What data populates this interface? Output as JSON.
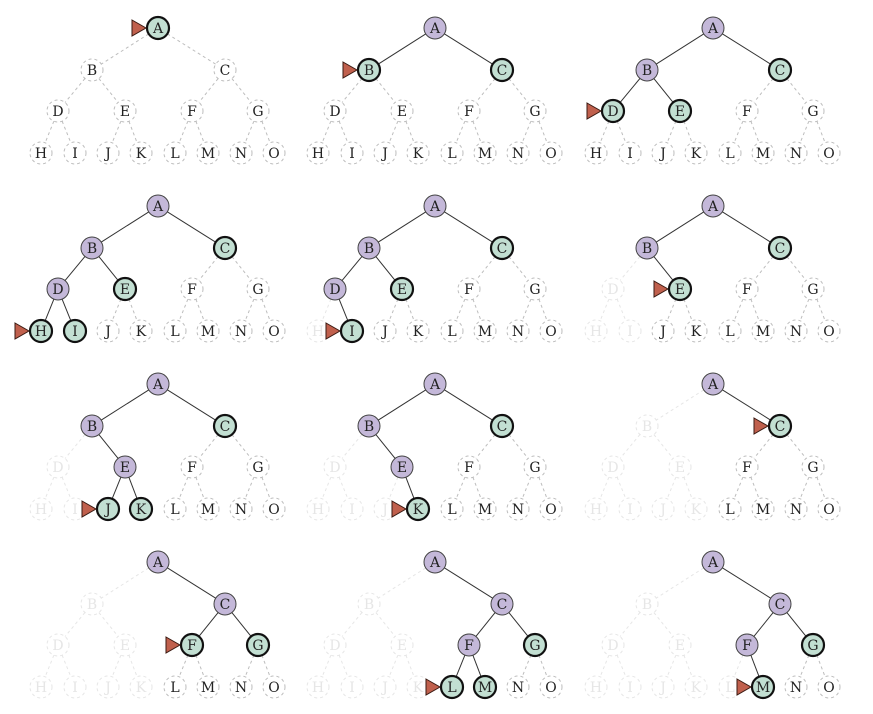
{
  "nodes": [
    "A",
    "B",
    "C",
    "D",
    "E",
    "F",
    "G",
    "H",
    "I",
    "J",
    "K",
    "L",
    "M",
    "N",
    "O"
  ],
  "colors": {
    "explored_fill": "#c4b8d9",
    "frontier_fill": "#c2dfd2",
    "pointer": "#c0604d",
    "dashed_stroke": "#bdbdbd",
    "faded": "#e6e6e6",
    "text": "#222222"
  },
  "panels": [
    {
      "explored": [],
      "frontier": [
        "A"
      ],
      "pruned": [],
      "current": "A"
    },
    {
      "explored": [
        "A"
      ],
      "frontier": [
        "B",
        "C"
      ],
      "pruned": [],
      "current": "B"
    },
    {
      "explored": [
        "A",
        "B"
      ],
      "frontier": [
        "D",
        "E",
        "C"
      ],
      "pruned": [],
      "current": "D"
    },
    {
      "explored": [
        "A",
        "B",
        "D"
      ],
      "frontier": [
        "H",
        "I",
        "E",
        "C"
      ],
      "pruned": [],
      "current": "H"
    },
    {
      "explored": [
        "A",
        "B",
        "D"
      ],
      "frontier": [
        "I",
        "E",
        "C"
      ],
      "pruned": [
        "H"
      ],
      "current": "I"
    },
    {
      "explored": [
        "A",
        "B"
      ],
      "frontier": [
        "E",
        "C"
      ],
      "pruned": [
        "D",
        "H",
        "I"
      ],
      "current": "E"
    },
    {
      "explored": [
        "A",
        "B",
        "E"
      ],
      "frontier": [
        "J",
        "K",
        "C"
      ],
      "pruned": [
        "D",
        "H",
        "I"
      ],
      "current": "J"
    },
    {
      "explored": [
        "A",
        "B",
        "E"
      ],
      "frontier": [
        "K",
        "C"
      ],
      "pruned": [
        "D",
        "H",
        "I",
        "J"
      ],
      "current": "K"
    },
    {
      "explored": [
        "A"
      ],
      "frontier": [
        "C"
      ],
      "pruned": [
        "B",
        "D",
        "E",
        "H",
        "I",
        "J",
        "K"
      ],
      "current": "C"
    },
    {
      "explored": [
        "A",
        "C"
      ],
      "frontier": [
        "F",
        "G"
      ],
      "pruned": [
        "B",
        "D",
        "E",
        "H",
        "I",
        "J",
        "K"
      ],
      "current": "F"
    },
    {
      "explored": [
        "A",
        "C",
        "F"
      ],
      "frontier": [
        "L",
        "M",
        "G"
      ],
      "pruned": [
        "B",
        "D",
        "E",
        "H",
        "I",
        "J",
        "K"
      ],
      "current": "L"
    },
    {
      "explored": [
        "A",
        "C",
        "F"
      ],
      "frontier": [
        "M",
        "G"
      ],
      "pruned": [
        "B",
        "D",
        "E",
        "H",
        "I",
        "J",
        "K",
        "L"
      ],
      "current": "M"
    }
  ]
}
